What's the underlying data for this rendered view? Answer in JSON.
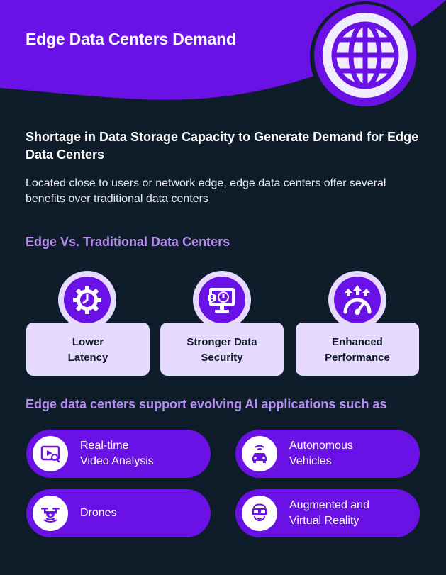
{
  "colors": {
    "background": "#0f1d2b",
    "accent_purple": "#6a12e6",
    "light_lavender": "#e6daff",
    "heading_lavender": "#b78ef2"
  },
  "header": {
    "title": "Edge Data Centers Demand",
    "badge_icon": "globe-icon"
  },
  "intro": {
    "headline": "Shortage in Data Storage Capacity to Generate Demand for Edge Data Centers",
    "body": "Located close to users or network edge, edge data centers offer several benefits over traditional data centers"
  },
  "comparison": {
    "heading": "Edge Vs. Traditional Data Centers",
    "items": [
      {
        "label": "Lower\nLatency",
        "icon": "clock-gear-icon"
      },
      {
        "label": "Stronger Data\nSecurity",
        "icon": "security-monitor-icon"
      },
      {
        "label": "Enhanced\nPerformance",
        "icon": "performance-gauge-icon"
      }
    ]
  },
  "applications": {
    "heading": "Edge data centers support evolving AI applications such as",
    "items": [
      {
        "label": "Real-time\nVideo Analysis",
        "icon": "video-analysis-icon"
      },
      {
        "label": "Autonomous\nVehicles",
        "icon": "autonomous-car-icon"
      },
      {
        "label": "Drones",
        "icon": "drone-icon"
      },
      {
        "label": "Augmented and\nVirtual Reality",
        "icon": "vr-headset-icon"
      }
    ]
  }
}
